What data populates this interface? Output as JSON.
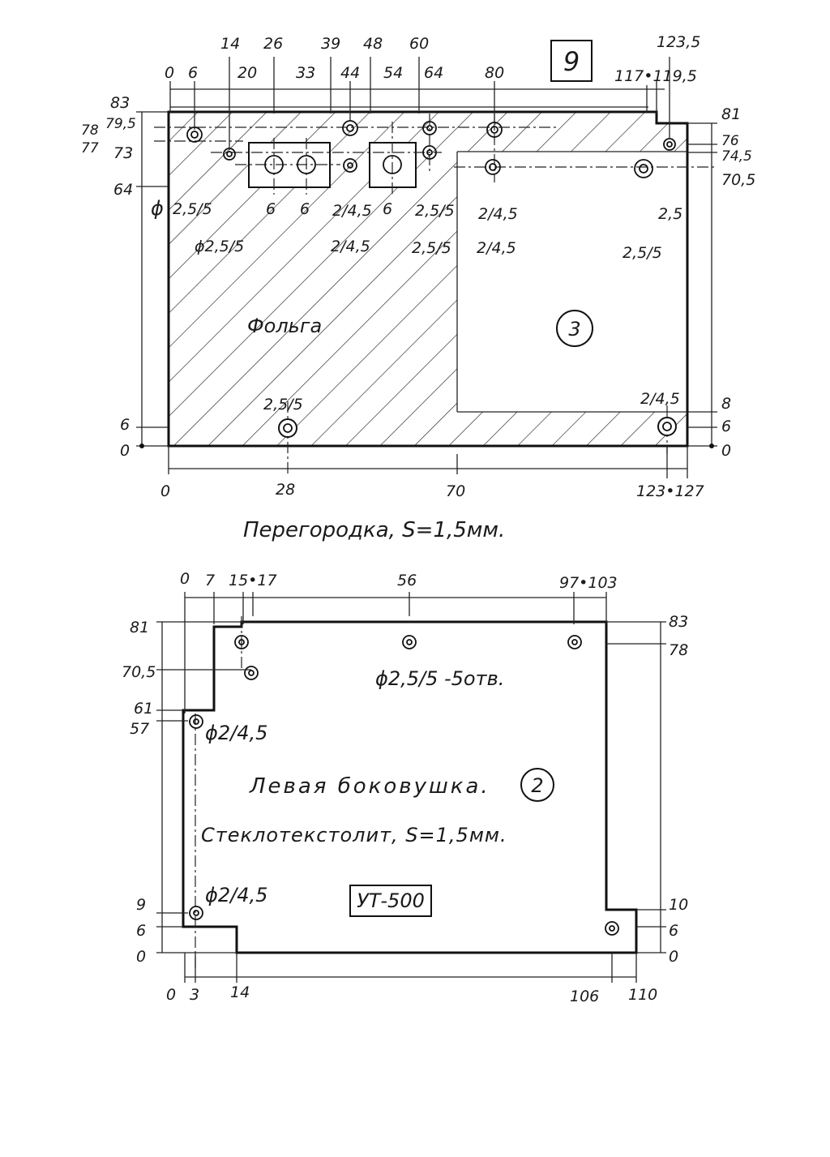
{
  "sheet_number": "9",
  "partition": {
    "top_dims": [
      "14",
      "26",
      "39",
      "48",
      "60",
      "123,5"
    ],
    "second_dims": [
      "0",
      "6",
      "20",
      "33",
      "44",
      "54",
      "64",
      "80",
      "117•119,5"
    ],
    "left_dims": [
      "83",
      "79,5",
      "78",
      "77",
      "73",
      "64",
      "6",
      "0"
    ],
    "right_dims": [
      "81",
      "76",
      "74,5",
      "70,5",
      "8",
      "6",
      "0"
    ],
    "bottom_dims": [
      "0",
      "28",
      "70",
      "123•127"
    ],
    "phi_symbol": "ϕ",
    "hole_labels": {
      "a": "2,5/5",
      "b": "6",
      "c": "6",
      "d": "2/4,5",
      "e": "6",
      "f": "2,5/5",
      "g": "2/4,5",
      "h": "2,5",
      "i": "ϕ2,5/5",
      "j": "2/4,5",
      "k": "2,5/5",
      "l": "2/4,5",
      "m": "2,5/5",
      "n": "2,5/5",
      "o": "2/4,5"
    },
    "foil_label": "Фольга",
    "part_marker": "3",
    "caption": "Перегородка, S=1,5мм."
  },
  "side_panel": {
    "top_dims": [
      "0",
      "7",
      "15•17",
      "56",
      "97•103"
    ],
    "left_dims": [
      "81",
      "70,5",
      "61",
      "57",
      "9",
      "6",
      "0"
    ],
    "right_dims": [
      "83",
      "78",
      "10",
      "6",
      "0"
    ],
    "bottom_dims": [
      "0",
      "3",
      "14",
      "106",
      "110"
    ],
    "holes_note": "ϕ2,5/5 -5отв.",
    "hole_label_1": "ϕ2/4,5",
    "hole_label_2": "ϕ2/4,5",
    "title": "Левая боковушка.",
    "part_marker": "2",
    "material": "Стеклотекстолит, S=1,5мм.",
    "stamp": "УТ-500"
  }
}
